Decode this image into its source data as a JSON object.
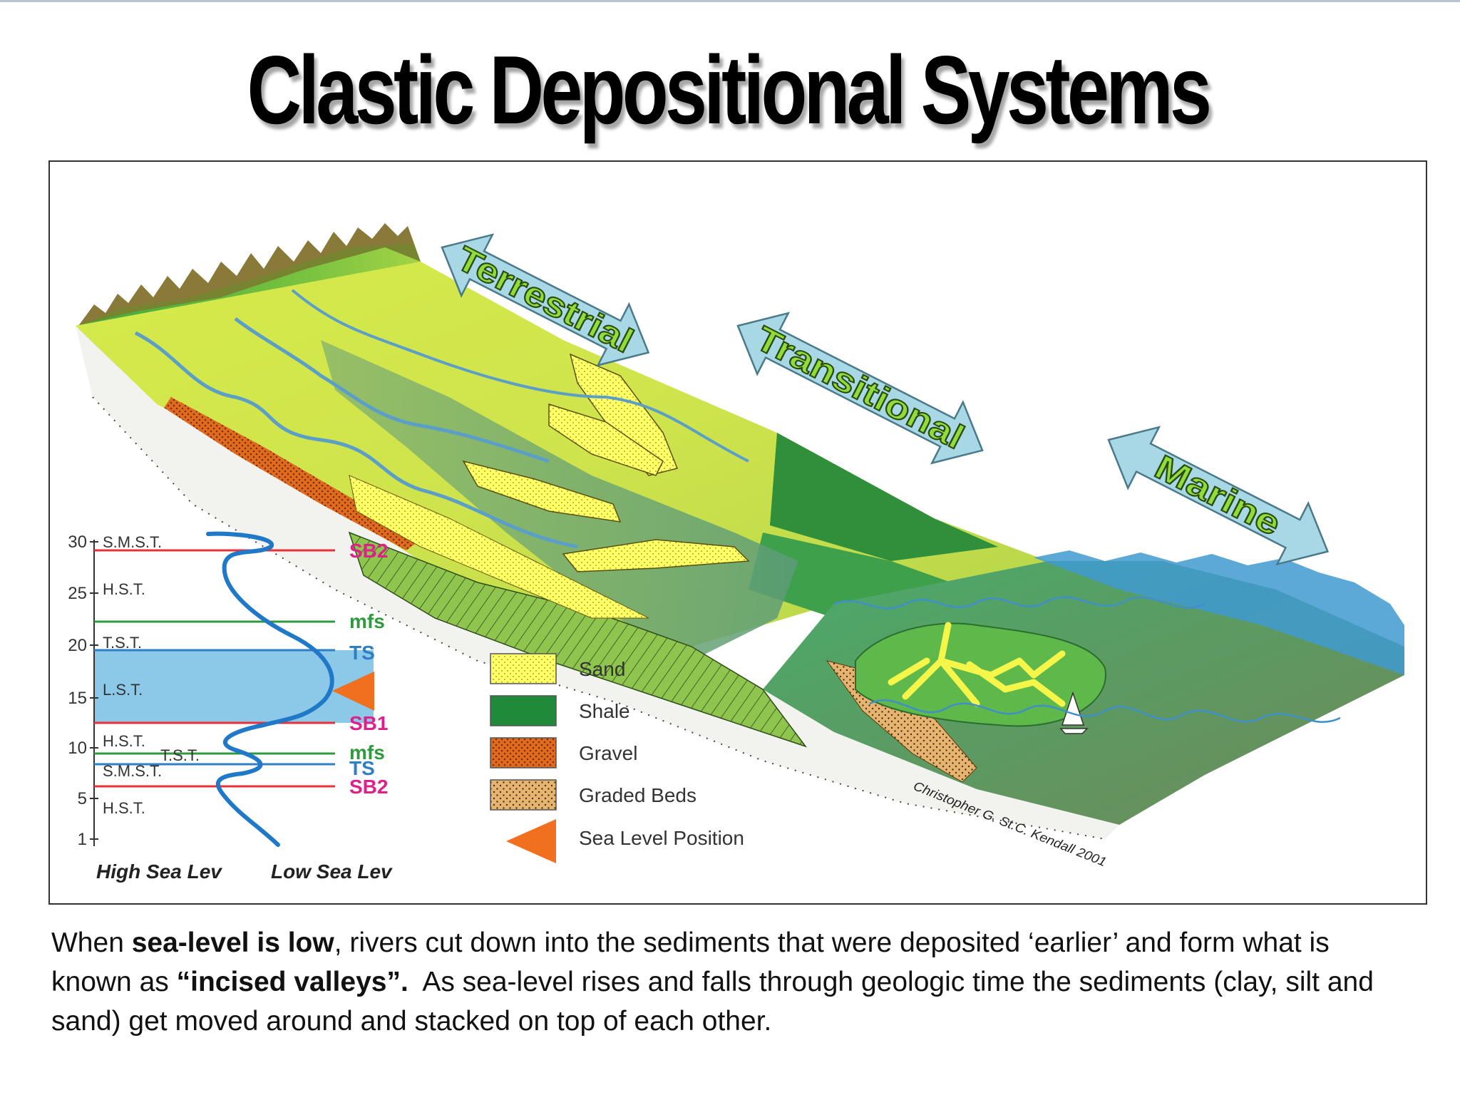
{
  "title": "Clastic Depositional Systems",
  "zones": {
    "terrestrial": "Terrestrial",
    "transitional": "Transitional",
    "marine": "Marine"
  },
  "sea_level_chart": {
    "y_ticks": [
      "30",
      "25",
      "20",
      "15",
      "10",
      "5",
      "1"
    ],
    "left_labels": [
      "S.M.S.T.",
      "H.S.T.",
      "T.S.T.",
      "L.S.T.",
      "H.S.T.",
      "T.S.T.",
      "S.M.S.T.",
      "H.S.T."
    ],
    "surfaces": [
      "SB2",
      "mfs",
      "TS",
      "SB1",
      "mfs",
      "TS",
      "SB2"
    ],
    "x_left_label": "High Sea Lev",
    "x_right_label": "Low Sea Lev",
    "colors": {
      "sequence_boundary": "#e8303a",
      "mfs": "#2e9a3e",
      "ts": "#2f7fc4",
      "curve": "#1f78c8",
      "lst_band": "#8cc8e8",
      "marker": "#f07020"
    }
  },
  "legend": {
    "items": [
      "Sand",
      "Shale",
      "Gravel",
      "Graded Beds",
      "Sea Level Position"
    ],
    "colors": [
      "#ffff66",
      "#1e8a3a",
      "#e06a1e",
      "#e6b46e",
      "#f07020"
    ]
  },
  "credit": "Christopher G. St.C. Kendall 2001",
  "caption": {
    "p1": "When ",
    "b1": "sea-level is low",
    "p2": ", rivers cut down into the sediments that were deposited ‘earlier’ and form what is known as ",
    "b2": "“incised valleys”.",
    "p3": "  As sea-level rises and falls through geologic time the sediments (clay, silt and sand) get moved around and stacked on top of each other."
  }
}
